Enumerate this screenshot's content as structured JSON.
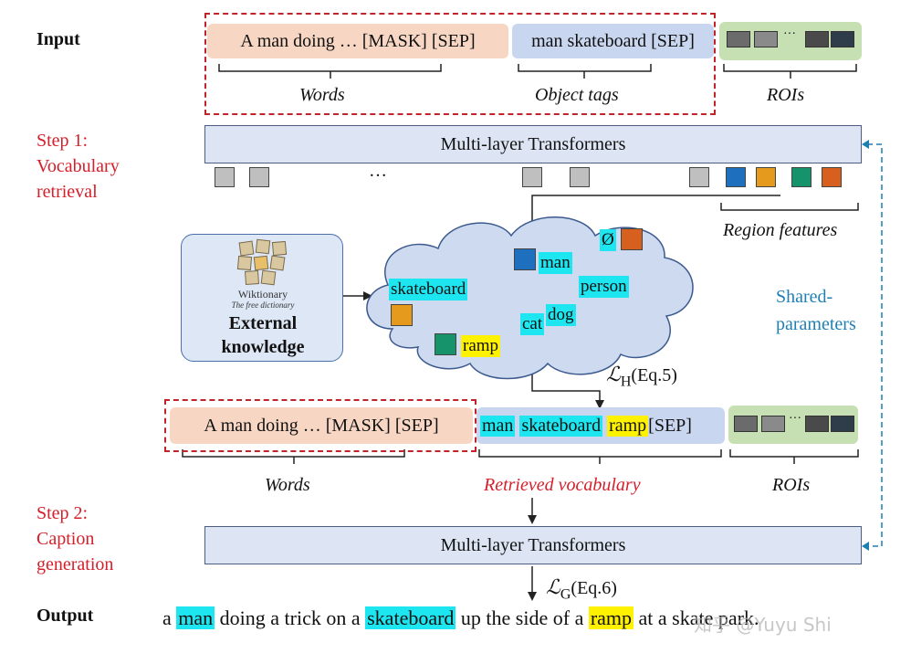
{
  "rows": {
    "input": "Input",
    "step1": [
      "Step 1:",
      "Vocabulary",
      "retrieval"
    ],
    "step2": [
      "Step 2:",
      "Caption",
      "generation"
    ],
    "output": "Output"
  },
  "top": {
    "words_box": "A man doing … [MASK] [SEP]",
    "tags_box": "man skateboard [SEP]",
    "roi_dots": "···",
    "words_label": "Words",
    "tags_label": "Object tags",
    "roi_label": "ROIs"
  },
  "transformer1": "Multi-layer Transformers",
  "ellipsis": "…",
  "region_label": "Region features",
  "external": {
    "logo_name": "Wiktionary",
    "logo_sub": "The free dictionary",
    "label_line1": "External",
    "label_line2": "knowledge"
  },
  "cloud_words": {
    "empty": "Ø",
    "man": "man",
    "person": "person",
    "skateboard": "skateboard",
    "cat": "cat",
    "dog": "dog",
    "ramp": "ramp"
  },
  "loss_h": {
    "symbol": "ℒ",
    "sub": "H",
    "eq": "(Eq.5)"
  },
  "loss_g": {
    "symbol": "ℒ",
    "sub": "G",
    "eq": "(Eq.6)"
  },
  "shared": [
    "Shared-",
    "parameters"
  ],
  "bottom": {
    "words_box": "A man doing … [MASK] [SEP]",
    "retrieved": {
      "man": "man",
      "skateboard": "skateboard",
      "ramp": "ramp",
      "sep": "[SEP]"
    },
    "words_label": "Words",
    "retrieved_label": "Retrieved vocabulary",
    "roi_label": "ROIs"
  },
  "transformer2": "Multi-layer Transformers",
  "output_sentence": {
    "w1": "a",
    "w2": "man",
    "w3": "doing a trick on a",
    "w4": "skateboard",
    "w5": "up the side of a",
    "w6": "ramp",
    "w7": "at a skate park."
  },
  "watermark": "知乎 @Yuyu Shi",
  "colors": {
    "red_label": "#d4202a",
    "shared_label": "#1f7fb5",
    "highlight_cyan": "#1ee6f0",
    "highlight_yellow": "#fff200"
  },
  "icons": [
    "arrow-icon",
    "image-thumbnail",
    "wiktionary-logo-icon",
    "cloud-shape"
  ]
}
